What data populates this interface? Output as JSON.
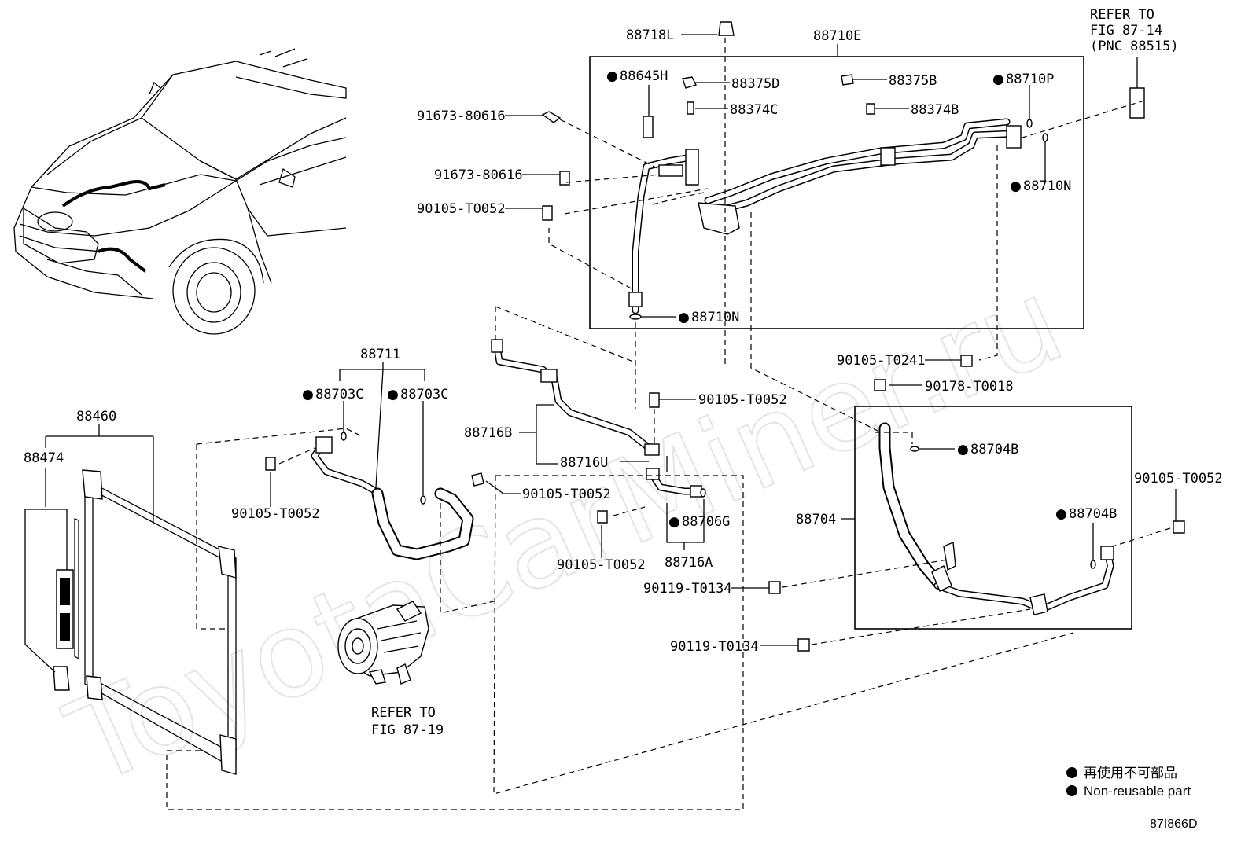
{
  "watermark": "ToyotaCarMiner.ru",
  "diagram_code": "87I866D",
  "legend": {
    "line1": "再使用不可部品",
    "line2": "Non-reusable part"
  },
  "refer_top": [
    "REFER TO",
    "FIG 87-14",
    "(PNC 88515)"
  ],
  "refer_compressor": [
    "REFER TO",
    "FIG 87-19"
  ],
  "labels": {
    "p88718L": "88718L",
    "p88710E": "88710E",
    "p88645H": "88645H",
    "p88375D": "88375D",
    "p88375B": "88375B",
    "p88710P": "88710P",
    "p88374C": "88374C",
    "p88374B": "88374B",
    "p88710N_a": "88710N",
    "p88710N_b": "88710N",
    "b91673_1": "91673-80616",
    "b91673_2": "91673-80616",
    "b90105_T0052_top": "90105-T0052",
    "b90105_T0241": "90105-T0241",
    "b90178_T0018": "90178-T0018",
    "b90105_T0052_mid": "90105-T0052",
    "p88711": "88711",
    "p88703C_a": "88703C",
    "p88703C_b": "88703C",
    "p88460": "88460",
    "p88474": "88474",
    "b90105_T0052_left": "90105-T0052",
    "b90105_T0052_comp": "90105-T0052",
    "p88716B": "88716B",
    "p88716U": "88716U",
    "p88706G": "88706G",
    "p88716A": "88716A",
    "b90105_T0052_low": "90105-T0052",
    "p88704B_a": "88704B",
    "p88704B_b": "88704B",
    "p88704": "88704",
    "b90105_T0052_right": "90105-T0052",
    "b90119_T0134_a": "90119-T0134",
    "b90119_T0134_b": "90119-T0134"
  }
}
